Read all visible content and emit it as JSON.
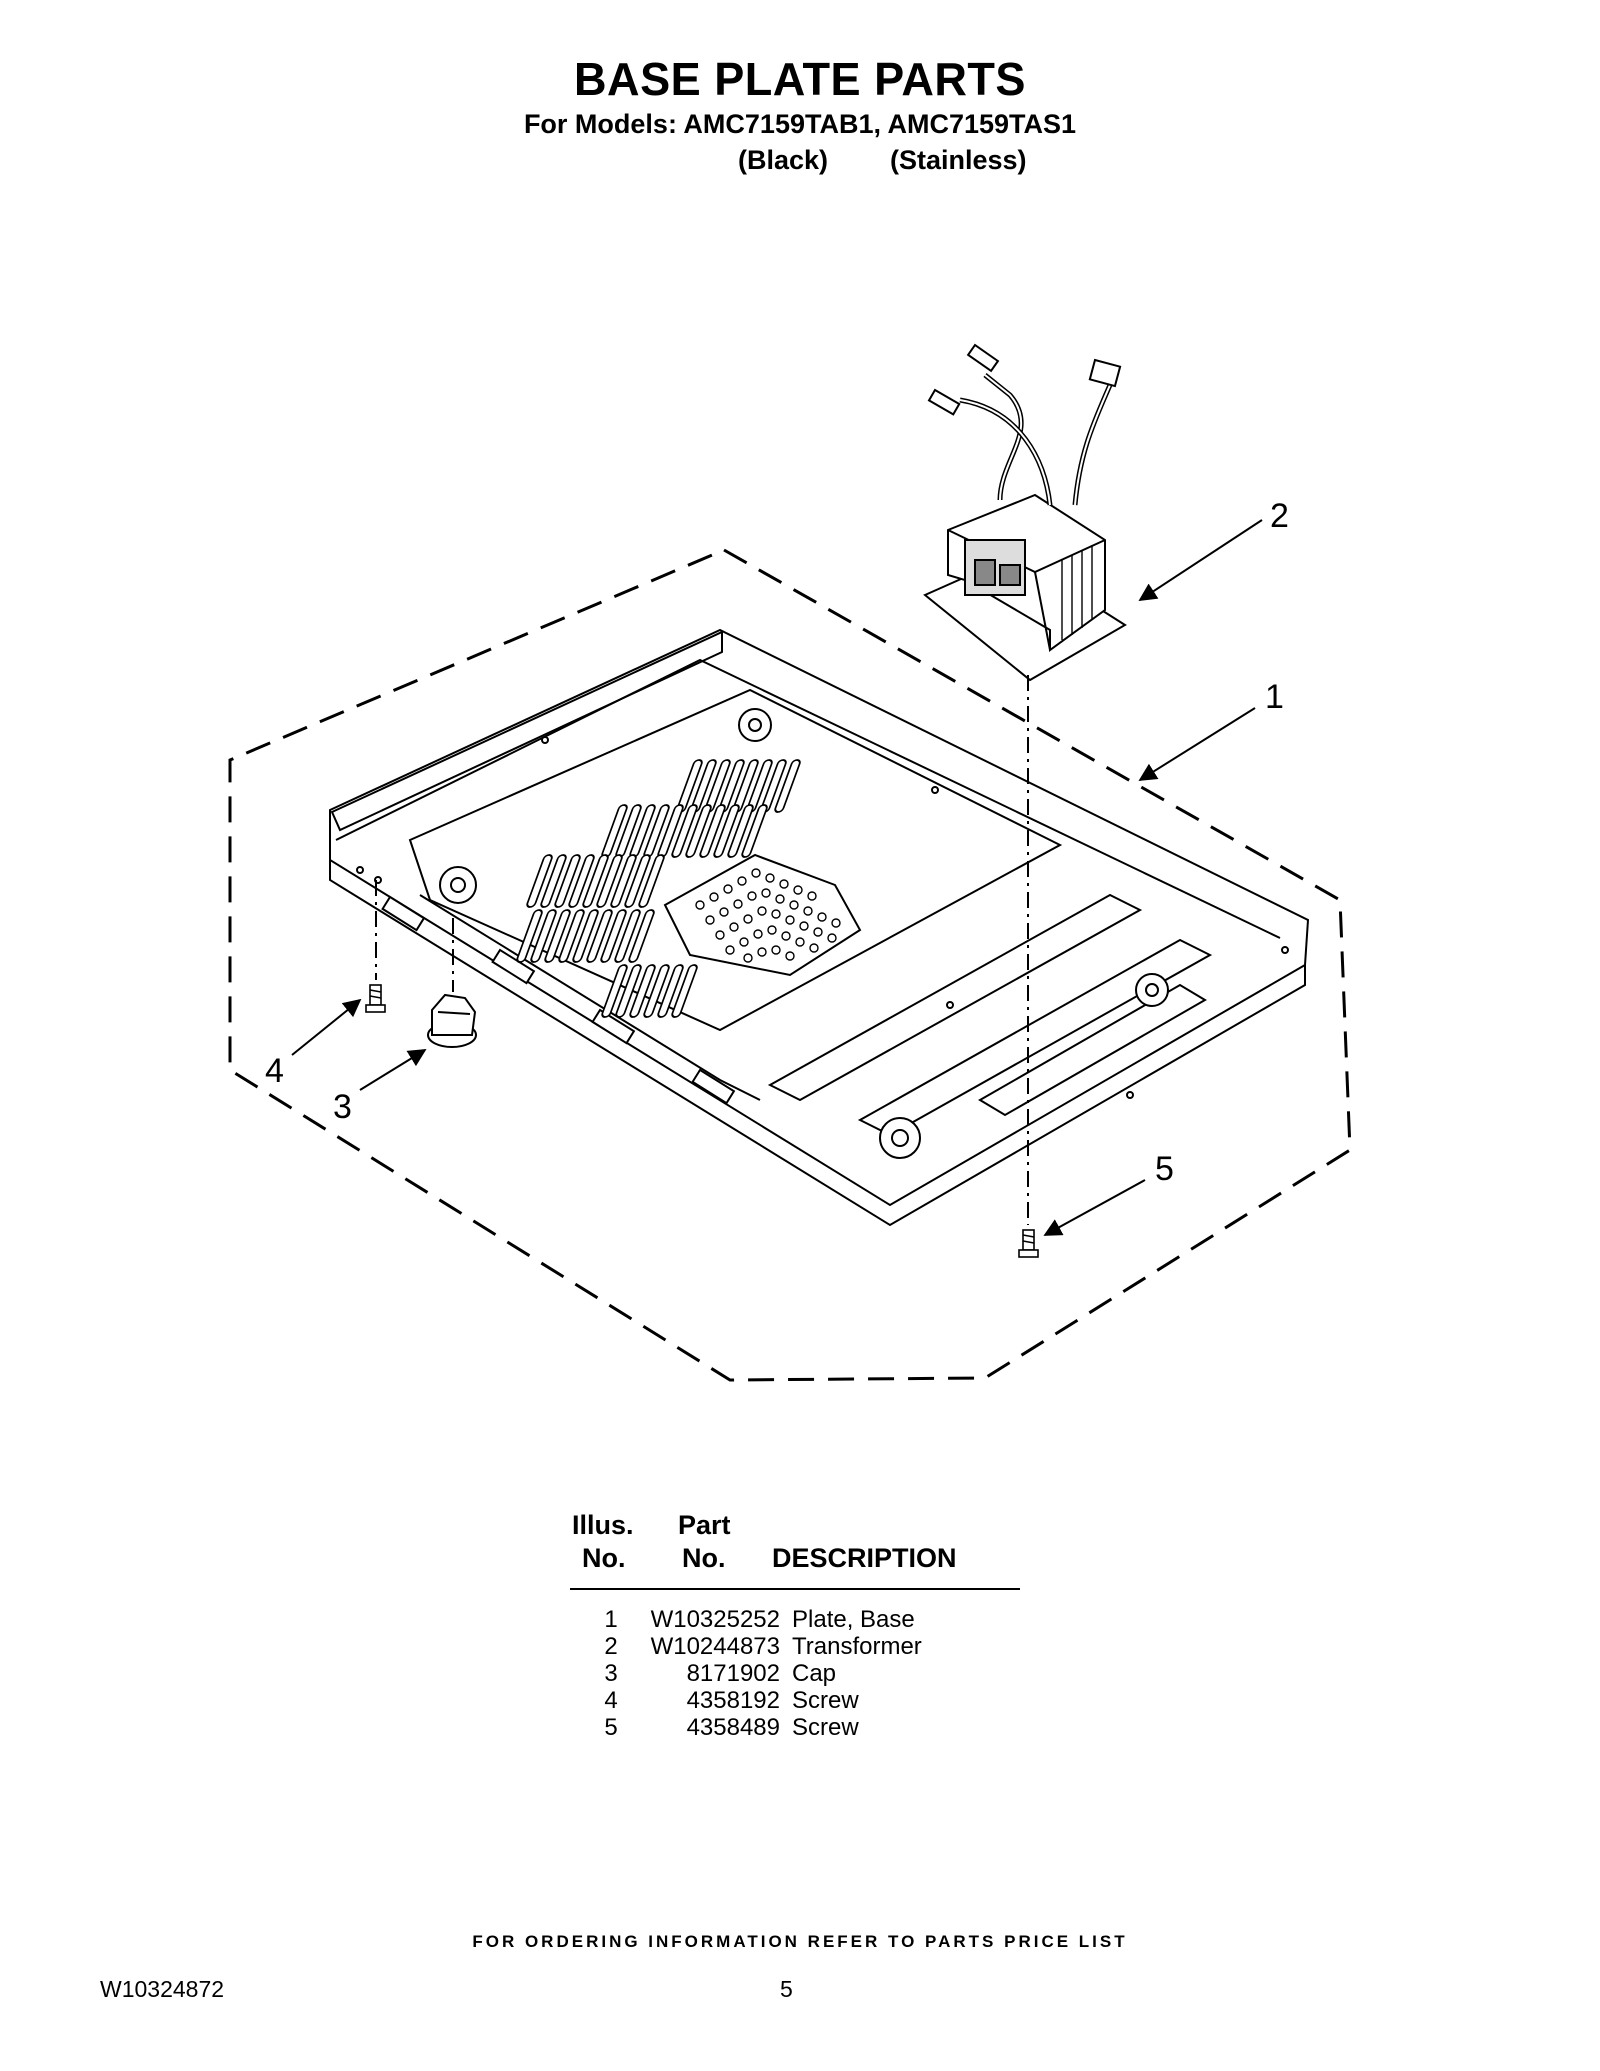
{
  "header": {
    "title": "BASE PLATE PARTS",
    "models_line": "For Models: AMC7159TAB1, AMC7159TAS1",
    "variant_1": "(Black)",
    "variant_2": "(Stainless)"
  },
  "diagram": {
    "callouts": [
      "1",
      "2",
      "3",
      "4",
      "5"
    ]
  },
  "parts_table": {
    "headers": {
      "illus_line1": "Illus.",
      "illus_line2": "No.",
      "part_line1": "Part",
      "part_line2": "No.",
      "description": "DESCRIPTION"
    },
    "rows": [
      {
        "illus_no": "1",
        "part_no": "W10325252",
        "description": "Plate, Base"
      },
      {
        "illus_no": "2",
        "part_no": "W10244873",
        "description": "Transformer"
      },
      {
        "illus_no": "3",
        "part_no": "8171902",
        "description": "Cap"
      },
      {
        "illus_no": "4",
        "part_no": "4358192",
        "description": "Screw"
      },
      {
        "illus_no": "5",
        "part_no": "4358489",
        "description": "Screw"
      }
    ]
  },
  "footer": {
    "ordering_note": "FOR ORDERING INFORMATION REFER TO PARTS PRICE LIST",
    "document_number": "W10324872",
    "page_number": "5"
  }
}
